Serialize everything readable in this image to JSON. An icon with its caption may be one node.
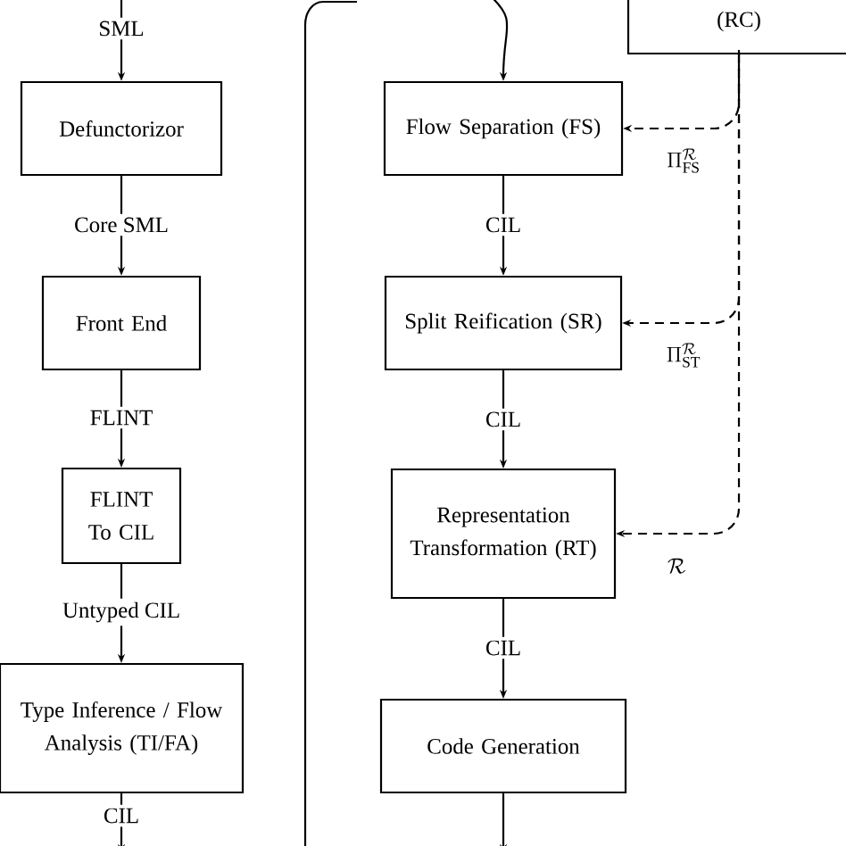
{
  "diagram": {
    "nodes": [
      {
        "text": [
          "Defunctorizor"
        ]
      },
      {
        "text": [
          "Front End"
        ]
      },
      {
        "text": [
          "FLINT To CIL"
        ]
      },
      {
        "text": [
          "Type Inference / Flow Analysis (TI/FA)"
        ]
      },
      {
        "text": [
          "(RC)"
        ]
      },
      {
        "text": [
          "Flow Separation (FS)"
        ]
      },
      {
        "text": [
          "Split Reification (SR)"
        ]
      },
      {
        "text": [
          "Representation Transformation (RT)"
        ]
      },
      {
        "text": [
          "Code Generation"
        ]
      }
    ],
    "edges": [
      {
        "from": null,
        "to": 0,
        "arrow": "to",
        "label": "SML"
      },
      {
        "from": 0,
        "to": 1,
        "arrow": "to",
        "label": "Core SML"
      },
      {
        "from": 1,
        "to": 2,
        "arrow": "to",
        "label": "FLINT"
      },
      {
        "from": 2,
        "to": 3,
        "arrow": "to",
        "label": "Untyped CIL"
      },
      {
        "from": 3,
        "to": null,
        "arrow": "to",
        "label": "CIL"
      },
      {
        "from": null,
        "to": 5,
        "arrow": "to"
      },
      {
        "from": 5,
        "to": 6,
        "arrow": "to",
        "label": "CIL"
      },
      {
        "from": 6,
        "to": 7,
        "arrow": "to",
        "label": "CIL"
      },
      {
        "from": 7,
        "to": 8,
        "arrow": "to",
        "label": "CIL"
      },
      {
        "from": 8,
        "to": null,
        "arrow": "to"
      },
      {
        "from": 4,
        "to": 5,
        "arrow": "to",
        "style": "dashed",
        "label": "\\Pi^{\\mathcal{R}}_{\\mathrm{FS}}"
      },
      {
        "from": 4,
        "to": 6,
        "arrow": "to",
        "style": "dashed",
        "label": "\\Pi^{\\mathcal{R}}_{\\mathrm{ST}}"
      },
      {
        "from": 4,
        "to": 7,
        "arrow": "to",
        "style": "dashed",
        "label": "\\mathcal{R}"
      }
    ]
  }
}
